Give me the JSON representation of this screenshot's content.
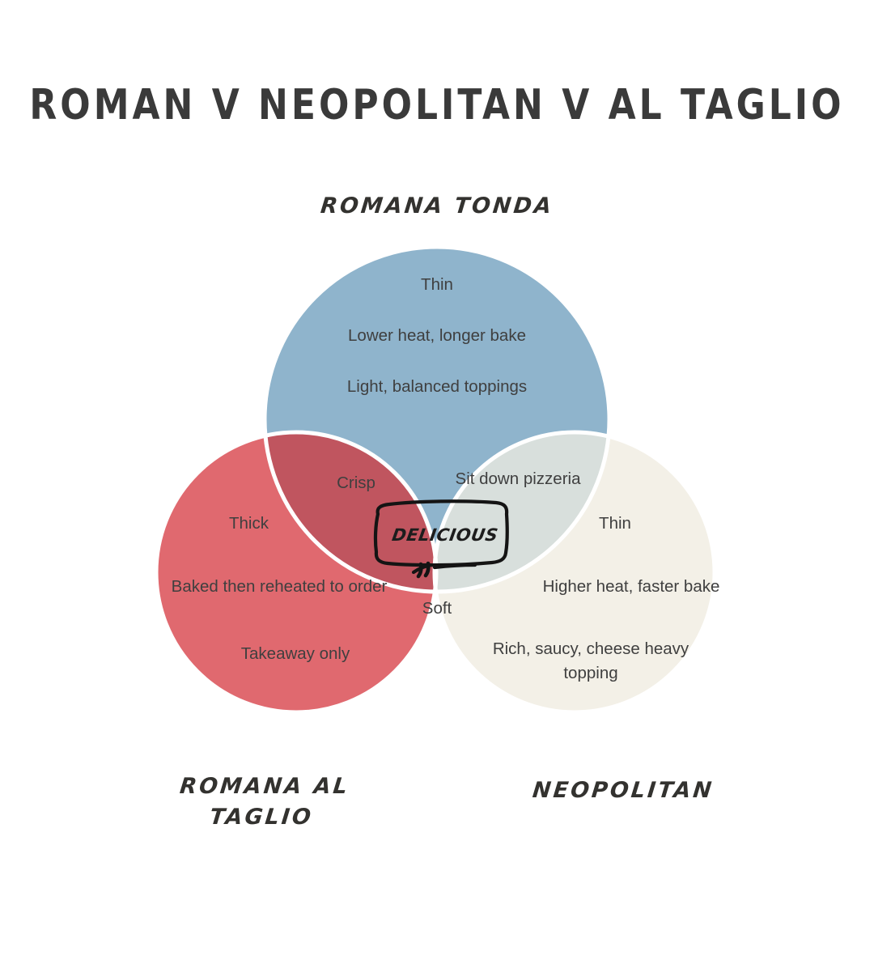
{
  "page": {
    "title": "ROMAN V NEOPOLITAN V AL TAGLIO",
    "background_color": "#ffffff"
  },
  "colors": {
    "blue": "#8fb4cc",
    "red": "#e0696f",
    "cream": "#f3f0e7",
    "blue_red_overlap": "#c0555f",
    "blue_cream_overlap": "#d8dfdc",
    "stroke": "#ffffff",
    "text": "#3f3f3f",
    "ink": "#1d1d1d"
  },
  "circles": {
    "top": {
      "name": "Romana Tonda",
      "label": "ROMANA TONDA",
      "color": "#8fb4cc",
      "items": [
        "Thin",
        "Lower heat, longer bake",
        "Light, balanced toppings"
      ]
    },
    "left": {
      "name": "Romana al Taglio",
      "label": "ROMANA AL\nTAGLIO",
      "color": "#e0696f",
      "items": [
        "Thick",
        "Baked then reheated to order",
        "Takeaway only"
      ]
    },
    "right": {
      "name": "Neopolitan",
      "label": "NEOPOLITAN",
      "color": "#f3f0e7",
      "items": [
        "Thin",
        "Higher heat, faster bake",
        "Rich, saucy, cheese heavy\ntopping"
      ]
    }
  },
  "overlaps": {
    "top_left": "Crisp",
    "top_right": "Sit down pizzeria",
    "left_right": "Soft",
    "center": "DELICIOUS"
  },
  "annotation": {
    "text": "DELICIOUS",
    "shape": "hand-drawn-rounded-rectangle",
    "color": "#1d1d1d"
  },
  "chart_data": {
    "type": "venn",
    "title": "ROMAN V NEOPOLITAN V AL TAGLIO",
    "sets": [
      {
        "id": "top",
        "label": "ROMANA TONDA",
        "color": "#8fb4cc",
        "only": [
          "Thin",
          "Lower heat, longer bake",
          "Light, balanced toppings"
        ]
      },
      {
        "id": "left",
        "label": "ROMANA AL TAGLIO",
        "color": "#e0696f",
        "only": [
          "Thick",
          "Baked then reheated to order",
          "Takeaway only"
        ]
      },
      {
        "id": "right",
        "label": "NEOPOLITAN",
        "color": "#f3f0e7",
        "only": [
          "Thin",
          "Higher heat, faster bake",
          "Rich, saucy, cheese heavy topping"
        ]
      }
    ],
    "intersections": [
      {
        "sets": [
          "top",
          "left"
        ],
        "label": "Crisp"
      },
      {
        "sets": [
          "top",
          "right"
        ],
        "label": "Sit down pizzeria"
      },
      {
        "sets": [
          "left",
          "right"
        ],
        "label": "Soft"
      },
      {
        "sets": [
          "top",
          "left",
          "right"
        ],
        "label": "DELICIOUS"
      }
    ],
    "legend": "none",
    "grid": false
  }
}
